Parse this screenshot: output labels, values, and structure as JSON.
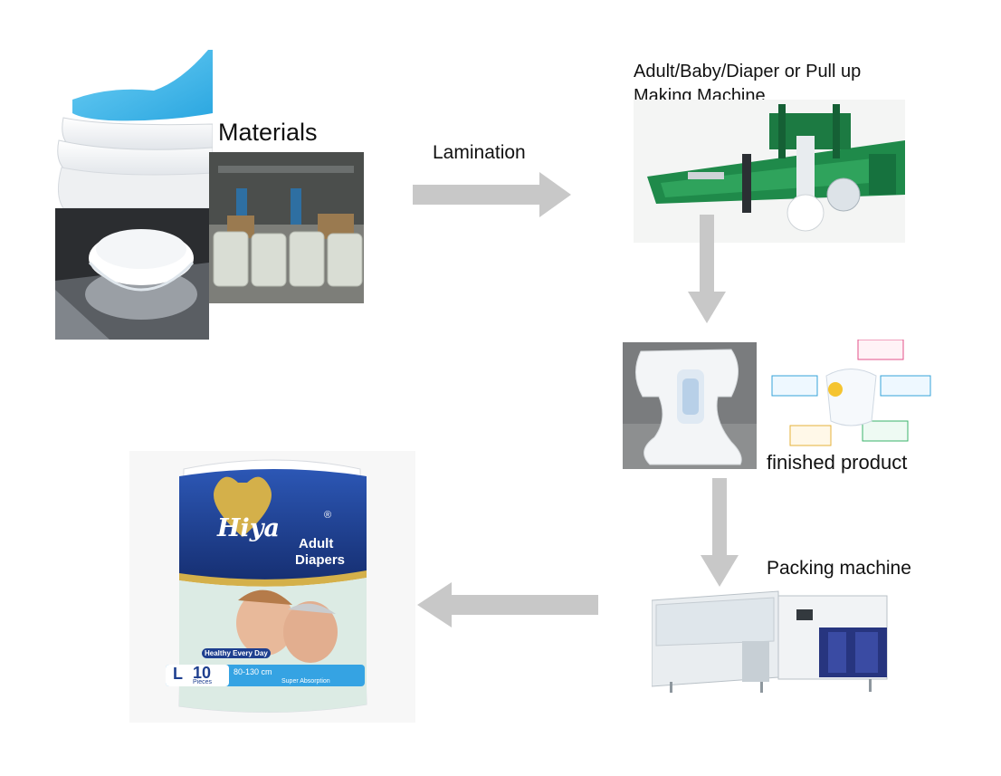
{
  "labels": {
    "materials": "Materials",
    "lamination": "Lamination",
    "machine_line1": "Adult/Baby/Diaper or Pull up",
    "machine_line2": "Making Machine",
    "finished_product": "finished product",
    "packing_machine": "Packing machine"
  },
  "package": {
    "brand": "Hiya",
    "registered": "®",
    "product_line1": "Adult",
    "product_line2": "Diapers",
    "size": "L",
    "count": "10",
    "count_unit": "Pieces",
    "waist": "80-130 cm",
    "badge": "Super Absorption",
    "ribbon": "Healthy Every Day"
  },
  "colors": {
    "arrow": "#c8c8c8",
    "package_blue": "#1e3f8f",
    "package_gold": "#d4b04a",
    "fabric_blue": "#3db6e8",
    "machine_green": "#1f8a4a"
  }
}
